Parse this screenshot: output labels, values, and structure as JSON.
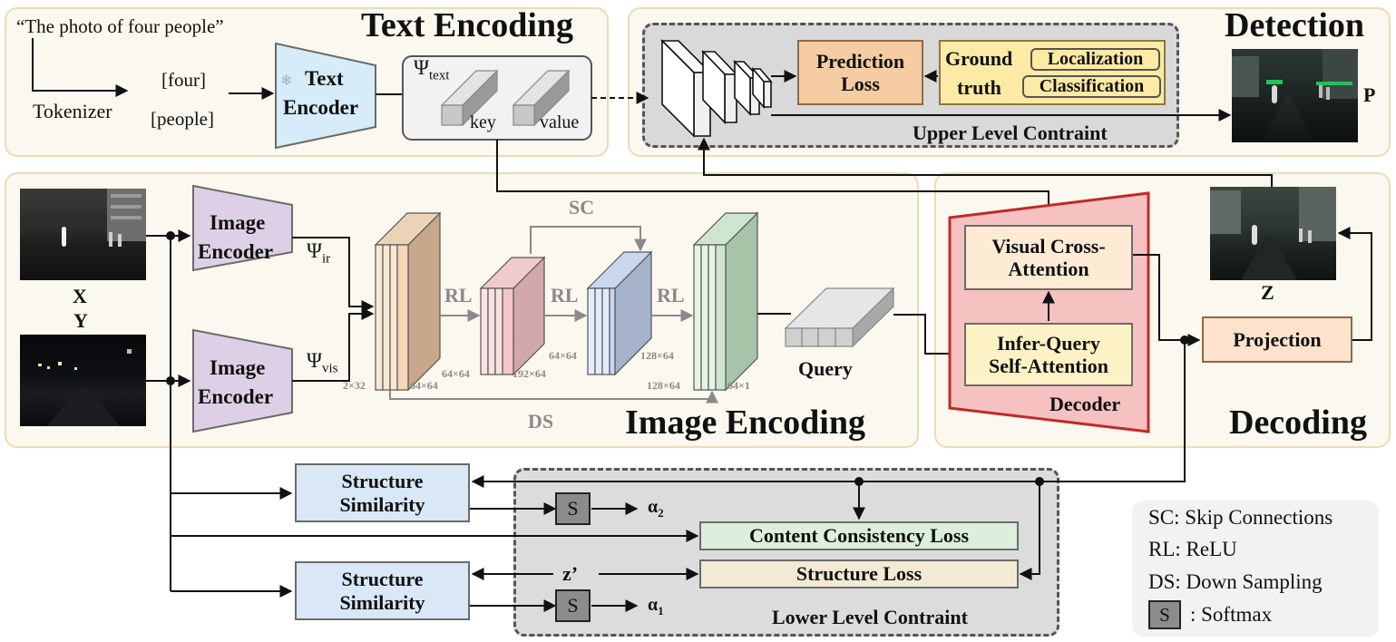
{
  "sections": {
    "text_encoding": "Text Encoding",
    "detection": "Detection",
    "image_encoding": "Image Encoding",
    "decoding": "Decoding"
  },
  "text_encoding": {
    "quote": "“The photo of four people”",
    "tokenizer": "Tokenizer",
    "token_1": "[four]",
    "token_2": "[people]",
    "encoder_line1": "Text",
    "encoder_line2": "Encoder",
    "encoder_icon": "snowflake-icon",
    "psi": "Ψ",
    "psi_sub": "text",
    "key": "key",
    "value": "value"
  },
  "detection": {
    "prediction_loss_1": "Prediction",
    "prediction_loss_2": "Loss",
    "ground_truth_1": "Ground",
    "ground_truth_2": "truth",
    "localization": "Localization",
    "classification": "Classification",
    "upper_constraint": "Upper Level Contraint",
    "output_label": "P"
  },
  "image_encoding": {
    "input_x": "X",
    "input_y": "Y",
    "encoder_1_line1": "Image",
    "encoder_1_line2": "Encoder",
    "encoder_2_line1": "Image",
    "encoder_2_line2": "Encoder",
    "psi_ir": "Ψ",
    "psi_ir_sub": "ir",
    "psi_vis": "Ψ",
    "psi_vis_sub": "vis",
    "sc": "SC",
    "rl_1": "RL",
    "rl_2": "RL",
    "rl_3": "RL",
    "ds": "DS",
    "dim_2x32": "2×32",
    "dim_64x64_a": "64×64",
    "dim_64x64_b": "64×64",
    "dim_192x64": "192×64",
    "dim_64x64_c": "64×64",
    "dim_128x64_a": "128×64",
    "dim_128x64_b": "128×64",
    "dim_64x1": "64×1",
    "query": "Query"
  },
  "decoding": {
    "cross_attn_1": "Visual Cross-",
    "cross_attn_2": "Attention",
    "self_attn_1": "Infer-Query",
    "self_attn_2": "Self-Attention",
    "decoder": "Decoder",
    "projection": "Projection",
    "output_label": "Z"
  },
  "lower": {
    "ss1_line1": "Structure",
    "ss1_line2": "Similarity",
    "ss2_line1": "Structure",
    "ss2_line2": "Similarity",
    "softmax": "S",
    "alpha_2": "α",
    "alpha_2_sub": "2",
    "alpha_1": "α",
    "alpha_1_sub": "1",
    "content_loss": "Content Consistency Loss",
    "structure_loss": "Structure Loss",
    "z_prime": "z’",
    "lower_constraint": "Lower Level Contraint"
  },
  "legend": {
    "sc": "SC: Skip Connections",
    "rl": "RL: ReLU",
    "ds": "DS: Down Sampling",
    "s_symbol": "S",
    "s_desc": ": Softmax"
  },
  "colors": {
    "panel_bg": "#fbf8ef",
    "panel_border": "#ebdcb5",
    "encoder_purple": "#ddd0e6",
    "text_encoder_blue": "#d6ecf8",
    "prediction_orange": "#f6cca2",
    "ground_truth_yellow": "#fdeaa4",
    "decoder_pink": "#f6c1c1",
    "attention_cream": "#fdebd6",
    "self_attn_yellow": "#fdf2c6",
    "similarity_blue": "#d9e7f6",
    "content_green": "#dcefdc",
    "structure_tan": "#f3ead5"
  }
}
